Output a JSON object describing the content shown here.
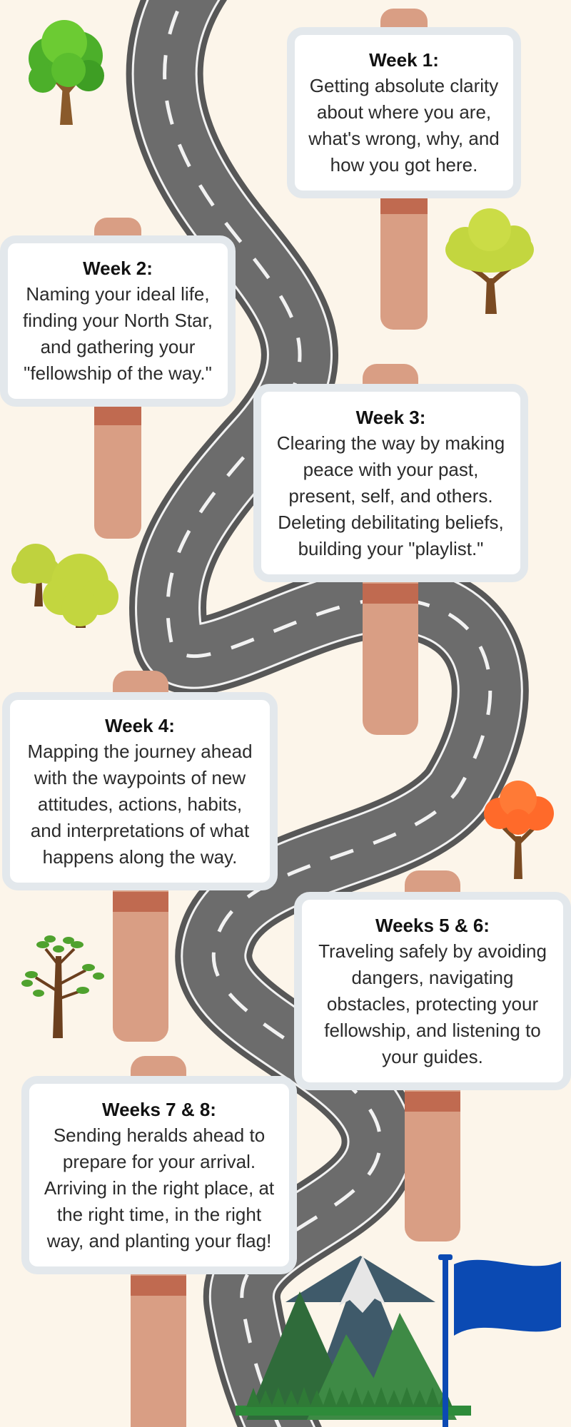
{
  "colors": {
    "background": "#FCF5EA",
    "road": "#6C6C6C",
    "road_edge": "#575757",
    "road_markings": "#F2F2F2",
    "post": "#D99E84",
    "post_band": "#C06A50",
    "sign_border": "#E3E8EC",
    "sign_fill": "#FFFFFF",
    "flag": "#0B4AB3",
    "mountain_green": "#2F6B3A",
    "mountain_blue": "#3F5A6A",
    "snow": "#E6E6E6"
  },
  "signs": [
    {
      "title": "Week 1:",
      "lines": [
        "Getting absolute clarity",
        "about where you are,",
        "what's wrong, why, and",
        "how you got here."
      ]
    },
    {
      "title": "Week 2:",
      "lines": [
        "Naming your ideal life,",
        "finding your North Star,",
        "and gathering your",
        "\"fellowship of the way.\""
      ]
    },
    {
      "title": "Week 3:",
      "lines": [
        "Clearing the way by making",
        "peace with your past,",
        "present, self, and others.",
        "Deleting debilitating beliefs,",
        "building your \"playlist.\""
      ]
    },
    {
      "title": "Week 4:",
      "lines": [
        "Mapping the journey ahead",
        "with the waypoints of new",
        "attitudes, actions, habits,",
        "and interpretations of what",
        "happens along the way."
      ]
    },
    {
      "title": "Weeks 5 & 6:",
      "lines": [
        "Traveling safely by avoiding",
        "dangers, navigating",
        "obstacles, protecting your",
        "fellowship, and listening to",
        "your guides."
      ]
    },
    {
      "title": "Weeks 7 & 8:",
      "lines": [
        "Sending heralds ahead to",
        "prepare for your arrival.",
        "Arriving in the right place, at",
        "the right time, in the right",
        "way, and planting your flag!"
      ]
    }
  ],
  "icons": {
    "trees": [
      "round-tree-icon",
      "tree-icon",
      "twin-trees-icon",
      "autumn-tree-icon",
      "sapling-icon"
    ],
    "destination": [
      "mountains-icon",
      "flag-icon"
    ]
  }
}
